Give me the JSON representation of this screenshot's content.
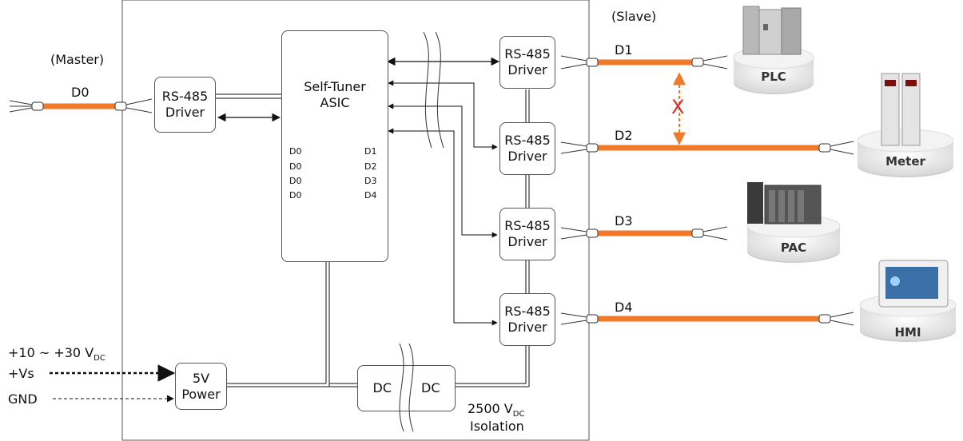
{
  "master_label": "(Master)",
  "slave_label": "(Slave)",
  "port_labels": {
    "d0": "D0",
    "d1": "D1",
    "d2": "D2",
    "d3": "D3",
    "d4": "D4"
  },
  "master_driver": {
    "line1": "RS-485",
    "line2": "Driver"
  },
  "asic": {
    "line1": "Self-Tuner",
    "line2": "ASIC"
  },
  "asic_map": [
    {
      "from": "D0",
      "to": "D1"
    },
    {
      "from": "D0",
      "to": "D2"
    },
    {
      "from": "D0",
      "to": "D3"
    },
    {
      "from": "D0",
      "to": "D4"
    }
  ],
  "slave_drivers": [
    {
      "line1": "RS-485",
      "line2": "Driver"
    },
    {
      "line1": "RS-485",
      "line2": "Driver"
    },
    {
      "line1": "RS-485",
      "line2": "Driver"
    },
    {
      "line1": "RS-485",
      "line2": "Driver"
    }
  ],
  "devices": [
    "PLC",
    "Meter",
    "PAC",
    "HMI"
  ],
  "power": {
    "range_prefix": "+10 ~ +30 V",
    "range_sub": "DC",
    "vs": "+Vs",
    "gnd": "GND",
    "box_line1": "5V",
    "box_line2": "Power"
  },
  "dcdc": {
    "left": "DC",
    "right": "DC"
  },
  "isolation": {
    "voltage_prefix": "2500 V",
    "voltage_sub": "DC",
    "label": "Isolation"
  },
  "blocked_mark": "X",
  "colors": {
    "cable": "#f07a2a",
    "blocked": "#f07a2a",
    "x_mark": "#e8281e",
    "frame": "#555555"
  }
}
